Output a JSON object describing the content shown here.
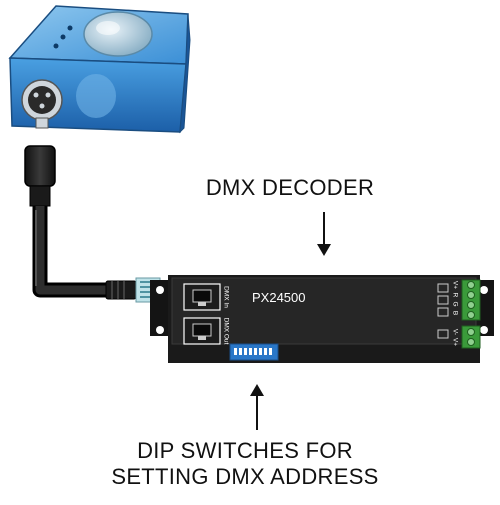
{
  "labels": {
    "decoder": "DMX DECODER",
    "dip_line1": "DIP SWITCHES FOR",
    "dip_line2": "SETTING DMX ADDRESS"
  },
  "device": {
    "model": "PX24500",
    "port_in": "DMX In",
    "port_out": "DMX Out",
    "terminal_top": [
      "V+",
      "R",
      "G",
      "B"
    ],
    "terminal_bottom": [
      "V-",
      "V+"
    ]
  },
  "colors": {
    "interface_blue": "#2f86cf",
    "decoder_body": "#141414",
    "terminal_green": "#3a9a3a",
    "dip_blue": "#2a77c8",
    "label_text": "#111111"
  }
}
